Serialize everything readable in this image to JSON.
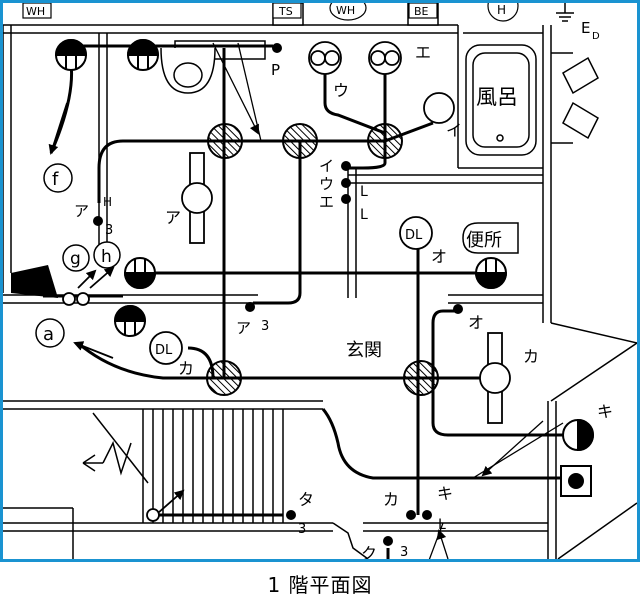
{
  "caption": "1 階平面図",
  "rooms": {
    "bath": "風呂",
    "toilet": "便所",
    "entrance": "玄関"
  },
  "top_labels": {
    "wh1": "WH",
    "ts": "TS",
    "wh2": "WH",
    "be": "BE",
    "h_top": "H",
    "ed_main": "E",
    "ed_sub": "D"
  },
  "fixtures": {
    "dl1": "DL",
    "dl2": "DL",
    "p": "P"
  },
  "circle_letters": {
    "f": "f",
    "a": "a",
    "g": "g",
    "h": "h"
  },
  "switch_labels": {
    "u": "ウ",
    "e": "エ",
    "i": "イ",
    "i_stack": "イ",
    "u_stack": "ウ",
    "e_stack": "エ",
    "l1": "L",
    "l2": "L",
    "a_h": "ア",
    "h_mark": "H",
    "three_1": "3",
    "a_left": "ア",
    "a_low": "ア",
    "three_2": "3",
    "o_dl": "オ",
    "o_sw": "オ",
    "ka_dl": "カ",
    "ka_light": "カ",
    "ki_right": "キ",
    "ta": "タ",
    "three_3": "3",
    "ka_bottom": "カ",
    "ki_bottom": "キ",
    "l_bottom": "L",
    "ku": "ク",
    "three_4": "3"
  },
  "colors": {
    "frame": "#1a93d1",
    "ink": "#000000"
  }
}
